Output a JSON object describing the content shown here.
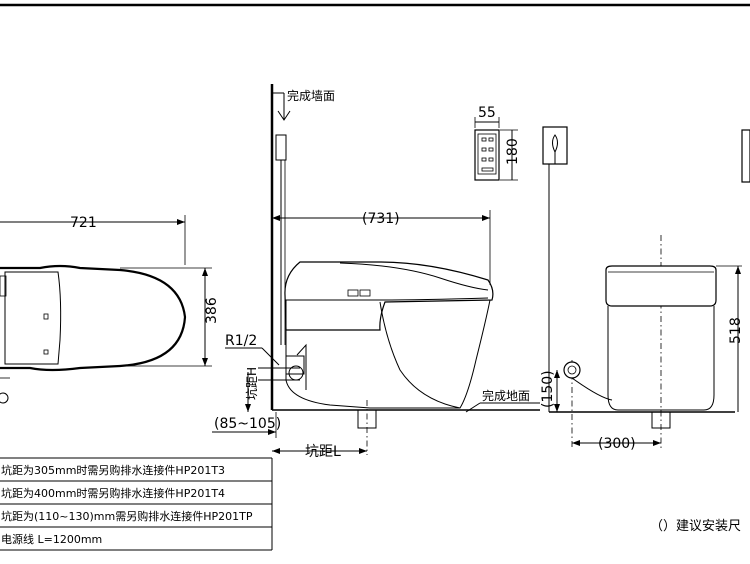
{
  "plan_view": {
    "width_dim": "721",
    "depth_dim": "386"
  },
  "side_view": {
    "wall_label": "完成墙面",
    "depth_dim": "(731)",
    "pipe_label": "R1/2",
    "pit_h_label": "坑距H",
    "pit_range_dim": "(85~105)",
    "pit_l_label": "坑距L",
    "floor_label": "完成地面"
  },
  "remote_control": {
    "width_dim": "55",
    "height_dim": "180"
  },
  "front_view": {
    "inlet_height_dim": "(150)",
    "inlet_offset_dim": "(300)",
    "height_dim": "518"
  },
  "notes": {
    "rows": [
      "坑距为305mm时需另购排水连接件HP201T3",
      "坑距为400mm时需另购排水连接件HP201T4",
      "坑距为(110~130)mm需另购排水连接件HP201TP",
      "电源线 L=1200mm"
    ],
    "legend": "（）建议安装尺"
  }
}
